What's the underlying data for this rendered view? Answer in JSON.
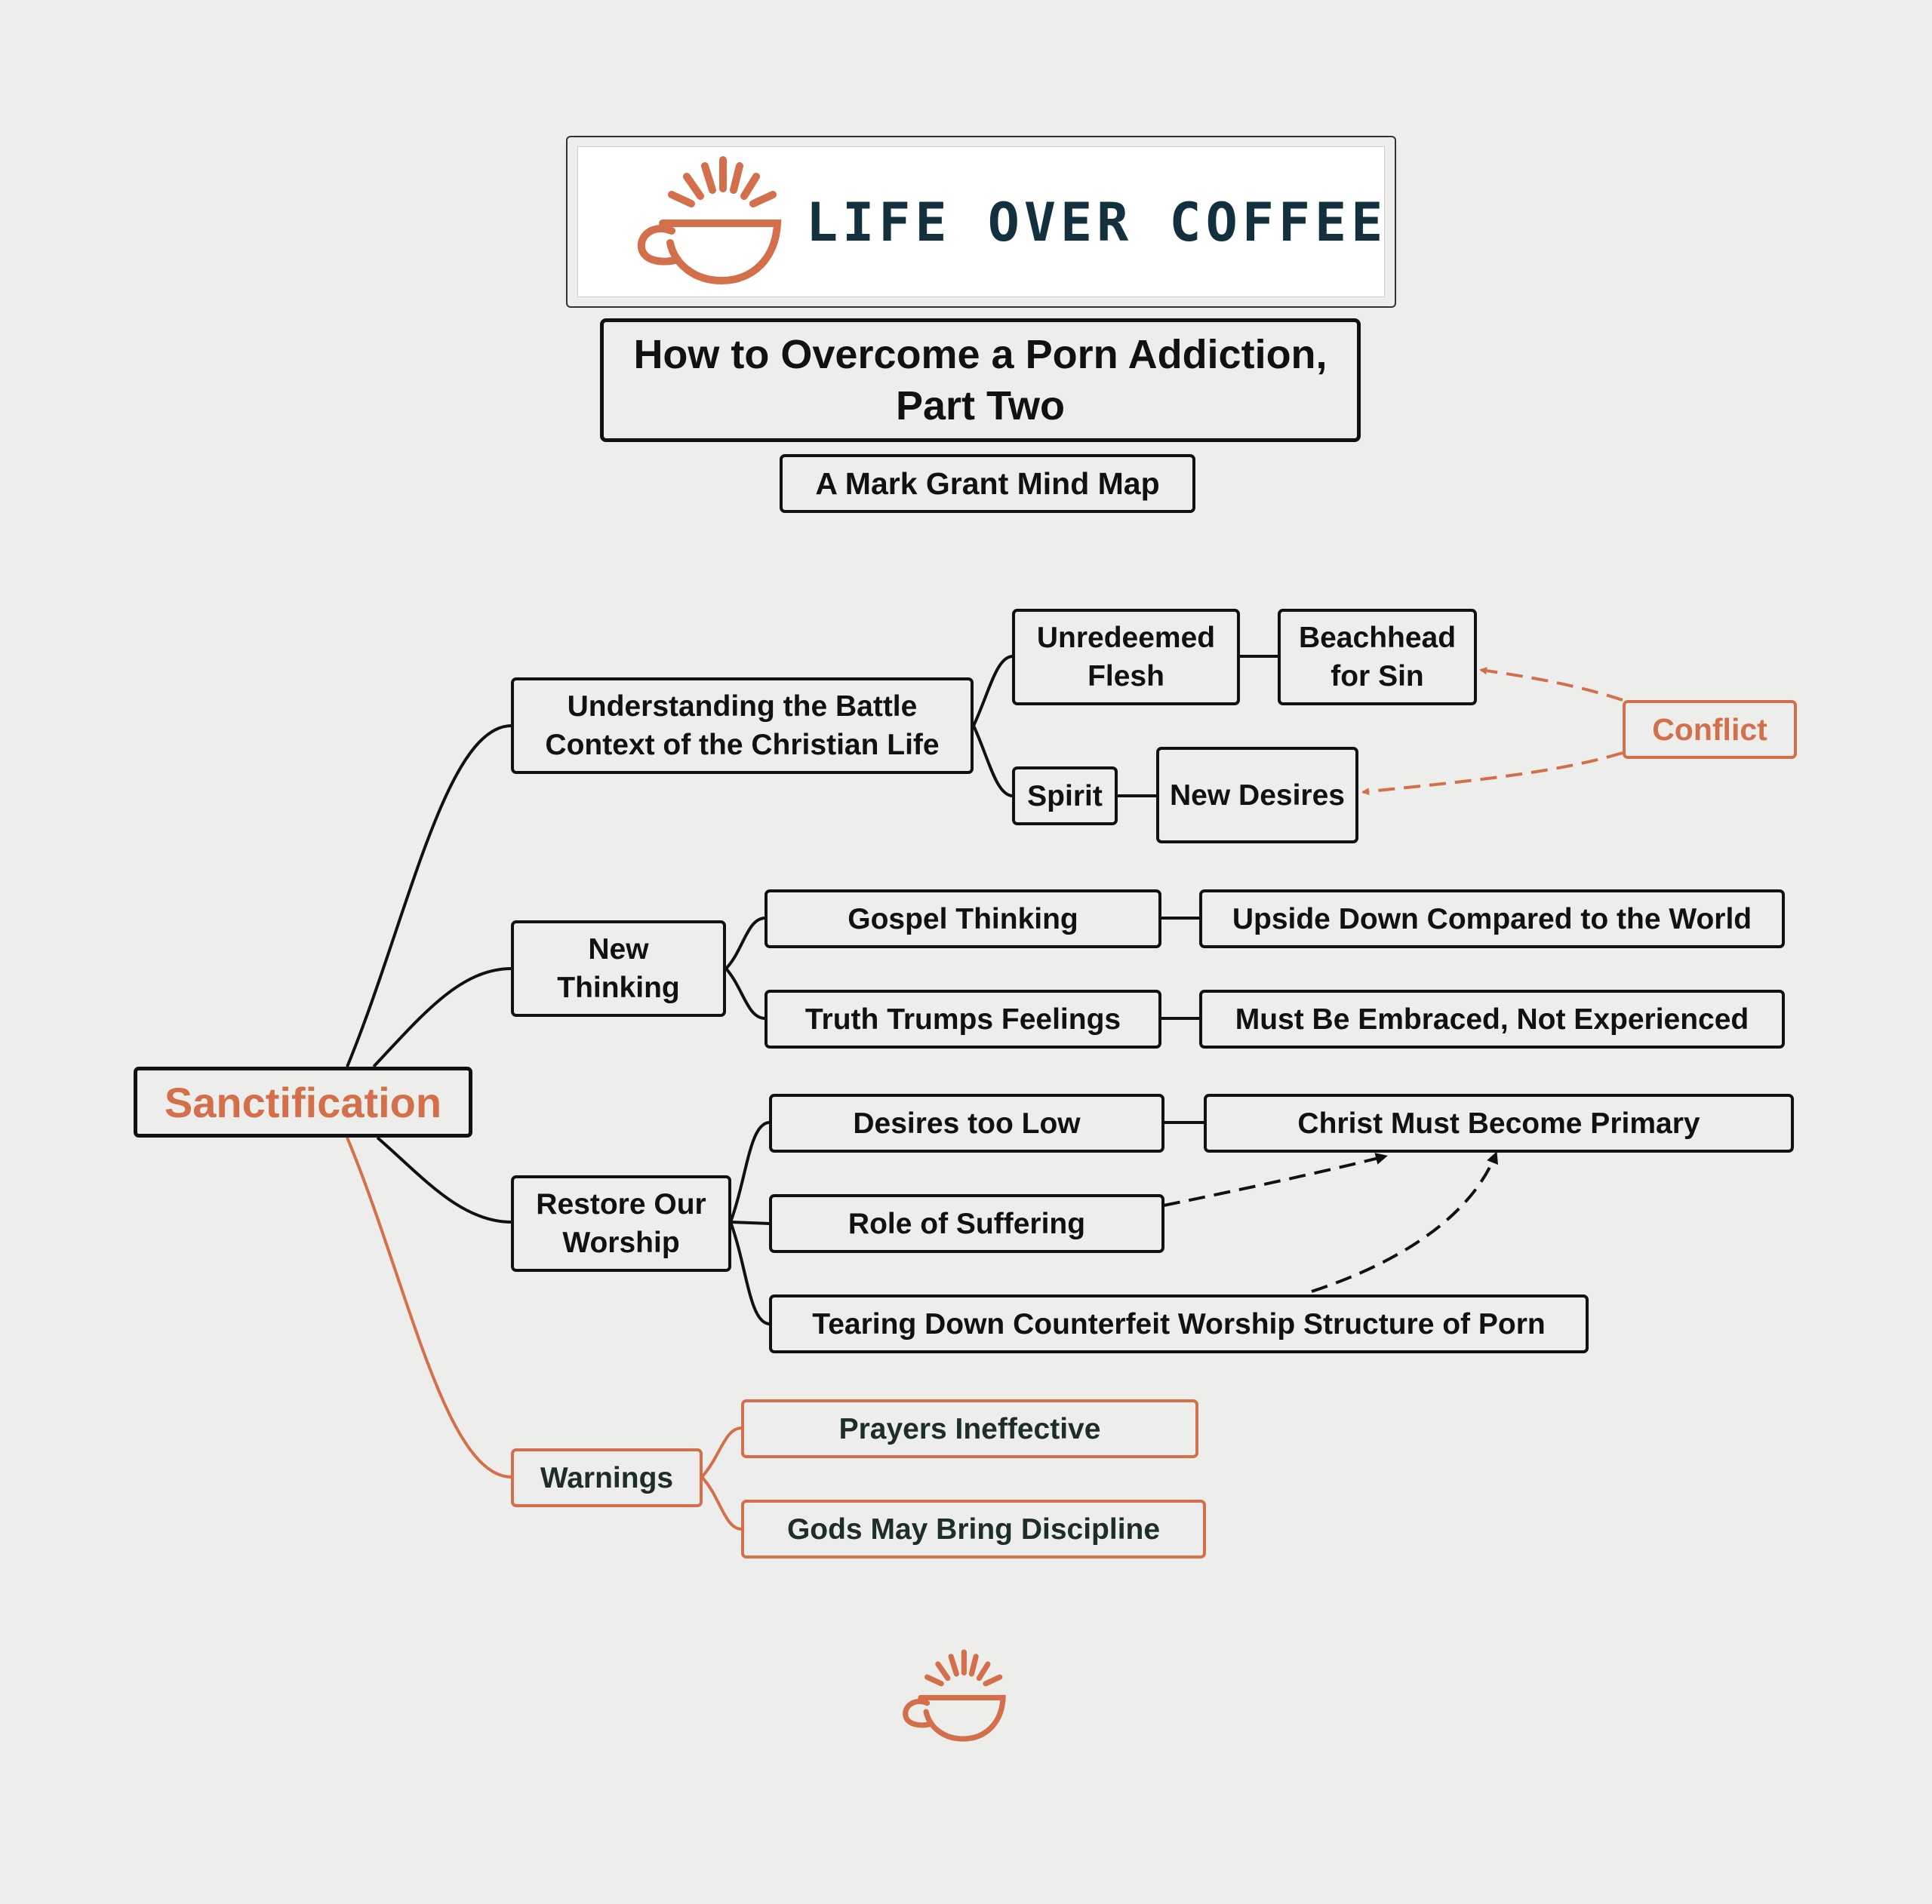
{
  "logo": {
    "brand_name": "LIFE OVER COFFEE",
    "icon": "coffee-cup-sunrise-icon"
  },
  "title": "How to Overcome a Porn Addiction, Part Two",
  "subtitle": "A Mark Grant Mind Map",
  "map": {
    "root": "Sanctification",
    "branches": {
      "battle": {
        "label": "Understanding the Battle Context of the Christian Life",
        "flesh": "Unredeemed Flesh",
        "beachhead": "Beachhead for Sin",
        "spirit": "Spirit",
        "new_desires": "New Desires",
        "conflict": "Conflict"
      },
      "thinking": {
        "label": "New Thinking",
        "gospel": "Gospel Thinking",
        "upside": "Upside Down Compared to the World",
        "truth": "Truth Trumps Feelings",
        "embraced": "Must Be Embraced, Not Experienced"
      },
      "worship": {
        "label": "Restore Our Worship",
        "desires_low": "Desires too Low",
        "christ_primary": "Christ Must Become Primary",
        "suffering": "Role of Suffering",
        "tearing": "Tearing Down Counterfeit Worship Structure of Porn"
      },
      "warnings": {
        "label": "Warnings",
        "prayers": "Prayers Ineffective",
        "discipline": "Gods May Bring Discipline"
      }
    }
  },
  "footer_icon": "coffee-cup-sunrise-icon",
  "colors": {
    "accent": "#d36f4a",
    "ink": "#111111",
    "brand": "#13303f",
    "background": "#ededeb"
  }
}
